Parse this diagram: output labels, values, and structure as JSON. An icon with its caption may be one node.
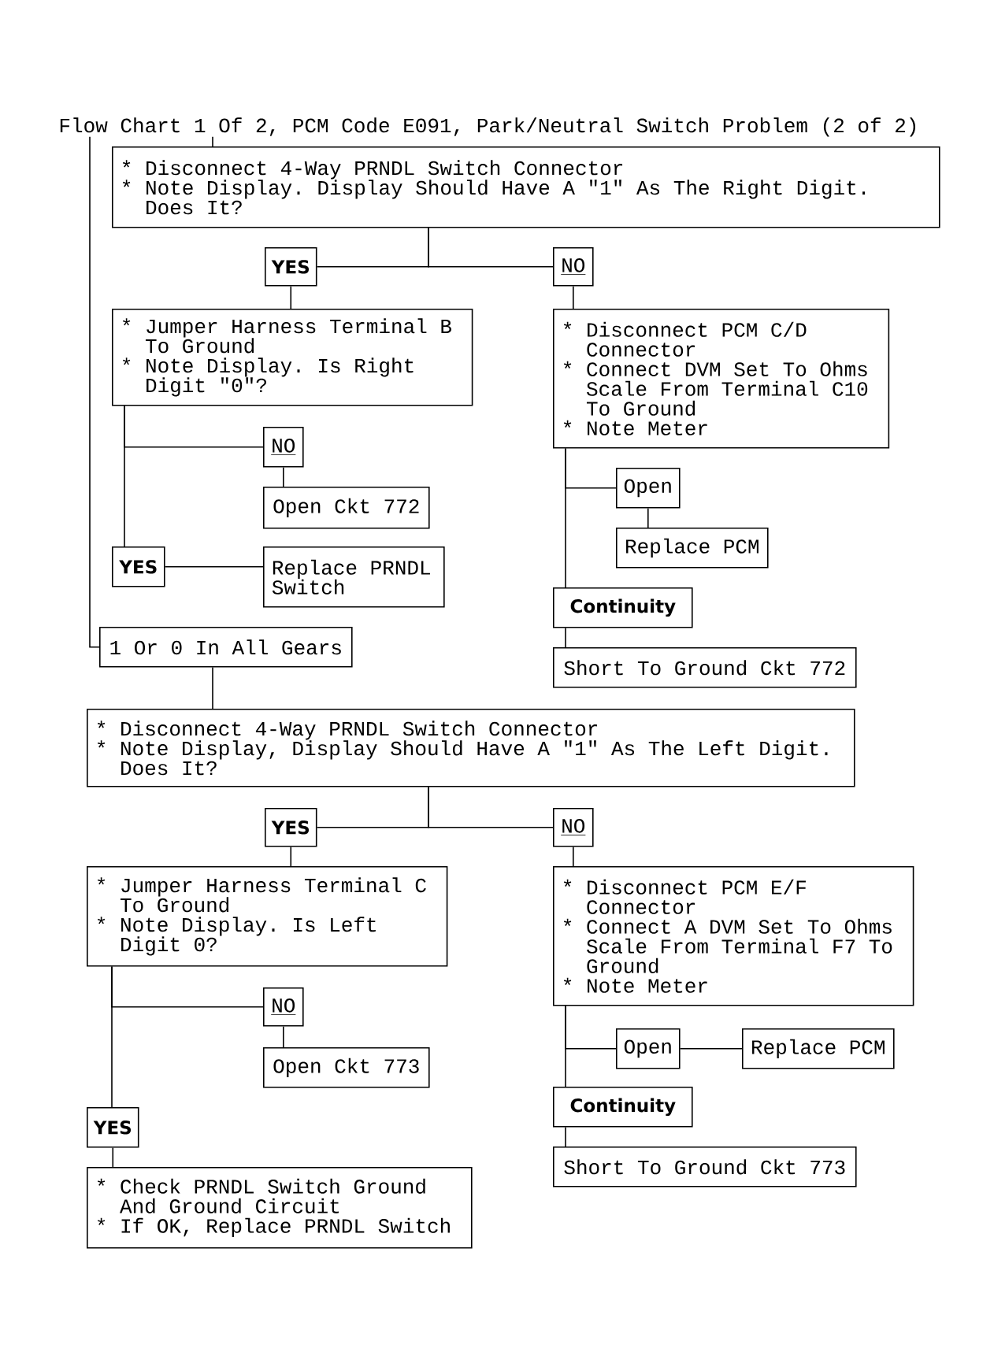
{
  "diagram": {
    "nodes": [
      {
        "text": [
          "Flow Chart 1 Of 2, PCM Code E091, Park/Neutral Switch Problem (2 of 2)"
        ]
      },
      {
        "text": [
          "* Disconnect 4-Way PRNDL Switch Connector",
          "* Note Display. Display Should Have A \"1\" As The Right Digit. Does It?"
        ]
      },
      {
        "text": [
          "YES"
        ]
      },
      {
        "text": [
          "NO"
        ]
      },
      {
        "text": [
          "* Jumper Harness Terminal B To Ground",
          "* Note Display. Is Right Digit \"0\"?"
        ]
      },
      {
        "text": [
          "* Disconnect PCM C/D Connector",
          "* Connect DVM Set To Ohms Scale From Terminal C10 To Ground",
          "* Note Meter"
        ]
      },
      {
        "text": [
          "NO"
        ]
      },
      {
        "text": [
          "Open Ckt 772"
        ]
      },
      {
        "text": [
          "YES"
        ]
      },
      {
        "text": [
          "Replace PRNDL Switch"
        ]
      },
      {
        "text": [
          "Open"
        ]
      },
      {
        "text": [
          "Replace PCM"
        ]
      },
      {
        "text": [
          "Continuity"
        ]
      },
      {
        "text": [
          "Short To Ground Ckt 772"
        ]
      },
      {
        "text": [
          "1 Or 0 In All Gears"
        ]
      },
      {
        "text": [
          "* Disconnect 4-Way PRNDL Switch Connector",
          "* Note Display, Display Should Have A \"1\" As The Left Digit. Does It?"
        ]
      },
      {
        "text": [
          "YES"
        ]
      },
      {
        "text": [
          "NO"
        ]
      },
      {
        "text": [
          "* Jumper Harness Terminal C To Ground",
          "* Note Display. Is Left Digit 0?"
        ]
      },
      {
        "text": [
          "* Disconnect PCM E/F Connector",
          "* Connect A DVM Set To Ohms Scale From Terminal F7 To Ground",
          "* Note Meter"
        ]
      },
      {
        "text": [
          "NO"
        ]
      },
      {
        "text": [
          "Open Ckt 773"
        ]
      },
      {
        "text": [
          "Open"
        ]
      },
      {
        "text": [
          "Replace PCM"
        ]
      },
      {
        "text": [
          "Continuity"
        ]
      },
      {
        "text": [
          "Short To Ground Ckt 773"
        ]
      },
      {
        "text": [
          "YES"
        ]
      },
      {
        "text": [
          "* Check PRNDL Switch Ground And Ground Circuit",
          "* If OK, Replace PRNDL Switch"
        ]
      }
    ],
    "edges": [
      {
        "from": 0,
        "to": 1,
        "arrow": "none"
      },
      {
        "from": 0,
        "to": 14,
        "arrow": "none"
      },
      {
        "from": 1,
        "to": 2,
        "arrow": "none"
      },
      {
        "from": 1,
        "to": 3,
        "arrow": "none"
      },
      {
        "from": 2,
        "to": 4,
        "arrow": "none"
      },
      {
        "from": 3,
        "to": 5,
        "arrow": "none"
      },
      {
        "from": 4,
        "to": 6,
        "arrow": "none"
      },
      {
        "from": 4,
        "to": 8,
        "arrow": "none"
      },
      {
        "from": 6,
        "to": 7,
        "arrow": "none"
      },
      {
        "from": 8,
        "to": 9,
        "arrow": "none"
      },
      {
        "from": 5,
        "to": 10,
        "arrow": "none"
      },
      {
        "from": 5,
        "to": 12,
        "arrow": "none"
      },
      {
        "from": 10,
        "to": 11,
        "arrow": "none"
      },
      {
        "from": 12,
        "to": 13,
        "arrow": "none"
      },
      {
        "from": 14,
        "to": 15,
        "arrow": "none"
      },
      {
        "from": 15,
        "to": 16,
        "arrow": "none"
      },
      {
        "from": 15,
        "to": 17,
        "arrow": "none"
      },
      {
        "from": 16,
        "to": 18,
        "arrow": "none"
      },
      {
        "from": 17,
        "to": 19,
        "arrow": "none"
      },
      {
        "from": 18,
        "to": 20,
        "arrow": "none"
      },
      {
        "from": 18,
        "to": 26,
        "arrow": "none"
      },
      {
        "from": 20,
        "to": 21,
        "arrow": "none"
      },
      {
        "from": 19,
        "to": 22,
        "arrow": "none"
      },
      {
        "from": 19,
        "to": 24,
        "arrow": "none"
      },
      {
        "from": 22,
        "to": 23,
        "arrow": "none"
      },
      {
        "from": 24,
        "to": 25,
        "arrow": "none"
      },
      {
        "from": 26,
        "to": 27,
        "arrow": "none"
      }
    ]
  }
}
